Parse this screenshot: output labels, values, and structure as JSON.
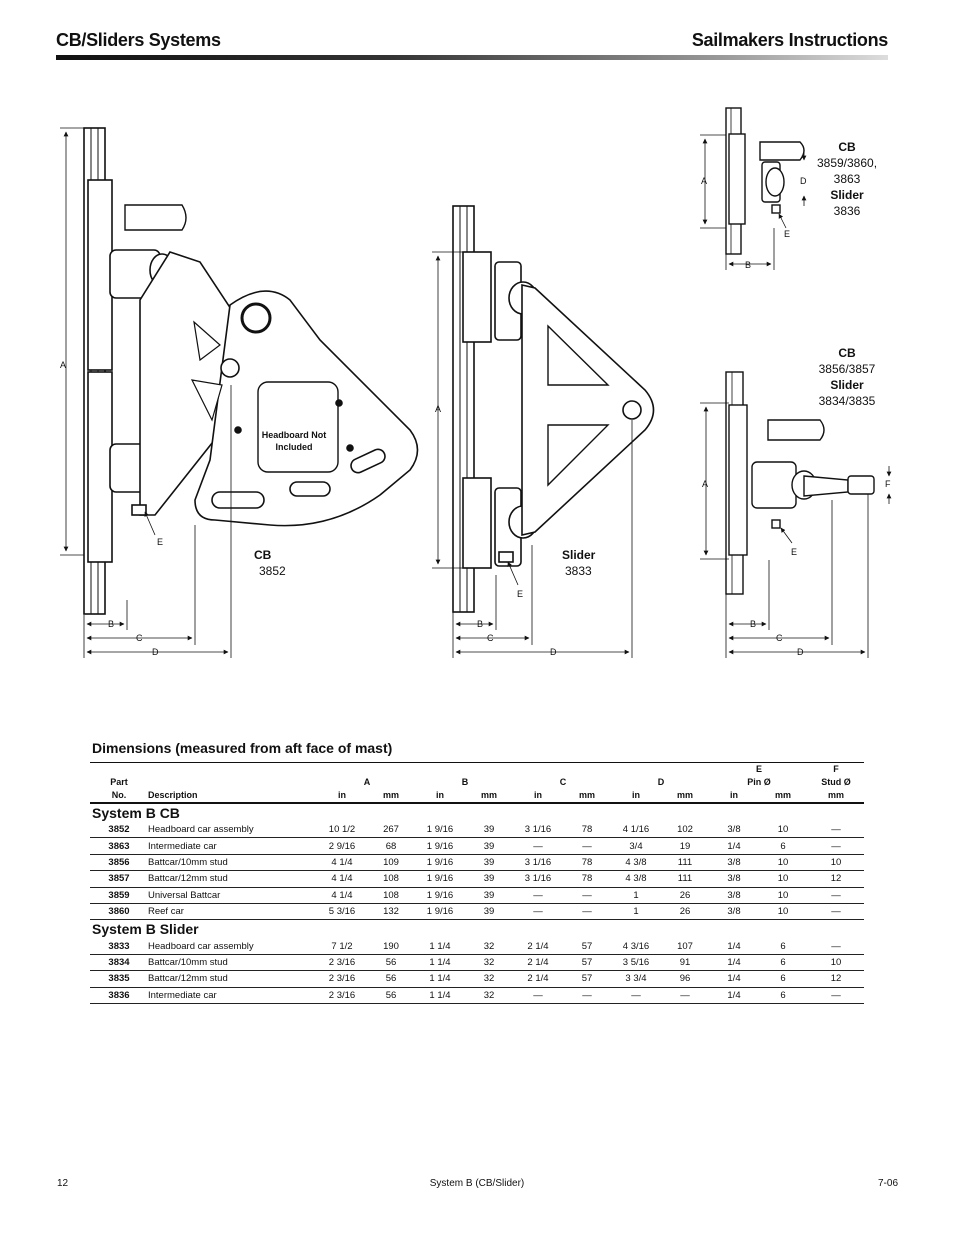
{
  "header": {
    "left_title": "CB/Sliders Systems",
    "right_title": "Sailmakers Instructions"
  },
  "figures": {
    "large_cb": {
      "text_bold": "CB",
      "text": "3852",
      "note_line1": "Headboard Not",
      "note_line2": "Included"
    },
    "slider_3833": {
      "text_bold": "Slider",
      "text": "3833"
    },
    "small_top": {
      "line1_bold": "CB",
      "line2": "3859/3860,",
      "line3": "3863",
      "line4_bold": "Slider",
      "line5": "3836"
    },
    "small_bottom": {
      "line1_bold": "CB",
      "line2": "3856/3857",
      "line3_bold": "Slider",
      "line4": "3834/3835"
    },
    "dim_letters": {
      "a": "A",
      "b": "B",
      "c": "C",
      "d": "D",
      "e": "E",
      "f": "F"
    }
  },
  "dimensions": {
    "heading": "Dimensions (measured from aft face of mast)",
    "headers": {
      "part": "Part",
      "no": "No.",
      "description": "Description",
      "a": "A",
      "b": "B",
      "c": "C",
      "d": "D",
      "e": "E",
      "e_sub": "Pin Ø",
      "f": "F",
      "f_sub": "Stud Ø",
      "in": "in",
      "mm": "mm"
    },
    "sections": [
      {
        "title": "System B CB",
        "rows": [
          {
            "part": "3852",
            "description": "Headboard car assembly",
            "a_in": "10 1/2",
            "a_mm": "267",
            "b_in": "1 9/16",
            "b_mm": "39",
            "c_in": "3 1/16",
            "c_mm": "78",
            "d_in": "4 1/16",
            "d_mm": "102",
            "e_in": "3/8",
            "e_mm": "10",
            "f_mm": "—"
          },
          {
            "part": "3863",
            "description": "Intermediate car",
            "a_in": "2 9/16",
            "a_mm": "68",
            "b_in": "1 9/16",
            "b_mm": "39",
            "c_in": "—",
            "c_mm": "—",
            "d_in": "3/4",
            "d_mm": "19",
            "e_in": "1/4",
            "e_mm": "6",
            "f_mm": "—"
          },
          {
            "part": "3856",
            "description": "Battcar/10mm stud",
            "a_in": "4 1/4",
            "a_mm": "109",
            "b_in": "1 9/16",
            "b_mm": "39",
            "c_in": "3 1/16",
            "c_mm": "78",
            "d_in": "4 3/8",
            "d_mm": "111",
            "e_in": "3/8",
            "e_mm": "10",
            "f_mm": "10"
          },
          {
            "part": "3857",
            "description": "Battcar/12mm stud",
            "a_in": "4 1/4",
            "a_mm": "108",
            "b_in": "1 9/16",
            "b_mm": "39",
            "c_in": "3 1/16",
            "c_mm": "78",
            "d_in": "4 3/8",
            "d_mm": "111",
            "e_in": "3/8",
            "e_mm": "10",
            "f_mm": "12"
          },
          {
            "part": "3859",
            "description": "Universal Battcar",
            "a_in": "4 1/4",
            "a_mm": "108",
            "b_in": "1 9/16",
            "b_mm": "39",
            "c_in": "—",
            "c_mm": "—",
            "d_in": "1",
            "d_mm": "26",
            "e_in": "3/8",
            "e_mm": "10",
            "f_mm": "—"
          },
          {
            "part": "3860",
            "description": "Reef car",
            "a_in": "5 3/16",
            "a_mm": "132",
            "b_in": "1 9/16",
            "b_mm": "39",
            "c_in": "—",
            "c_mm": "—",
            "d_in": "1",
            "d_mm": "26",
            "e_in": "3/8",
            "e_mm": "10",
            "f_mm": "—"
          }
        ]
      },
      {
        "title": "System B Slider",
        "rows": [
          {
            "part": "3833",
            "description": "Headboard car assembly",
            "a_in": "7 1/2",
            "a_mm": "190",
            "b_in": "1 1/4",
            "b_mm": "32",
            "c_in": "2 1/4",
            "c_mm": "57",
            "d_in": "4 3/16",
            "d_mm": "107",
            "e_in": "1/4",
            "e_mm": "6",
            "f_mm": "—"
          },
          {
            "part": "3834",
            "description": "Battcar/10mm stud",
            "a_in": "2 3/16",
            "a_mm": "56",
            "b_in": "1 1/4",
            "b_mm": "32",
            "c_in": "2 1/4",
            "c_mm": "57",
            "d_in": "3 5/16",
            "d_mm": "91",
            "e_in": "1/4",
            "e_mm": "6",
            "f_mm": "10"
          },
          {
            "part": "3835",
            "description": "Battcar/12mm stud",
            "a_in": "2 3/16",
            "a_mm": "56",
            "b_in": "1 1/4",
            "b_mm": "32",
            "c_in": "2 1/4",
            "c_mm": "57",
            "d_in": "3 3/4",
            "d_mm": "96",
            "e_in": "1/4",
            "e_mm": "6",
            "f_mm": "12"
          },
          {
            "part": "3836",
            "description": "Intermediate car",
            "a_in": "2 3/16",
            "a_mm": "56",
            "b_in": "1 1/4",
            "b_mm": "32",
            "c_in": "—",
            "c_mm": "—",
            "d_in": "—",
            "d_mm": "—",
            "e_in": "1/4",
            "e_mm": "6",
            "f_mm": "—"
          }
        ]
      }
    ]
  },
  "footer": {
    "page_number": "12",
    "center": "System B (CB/Slider)",
    "date_code": "7-06"
  }
}
